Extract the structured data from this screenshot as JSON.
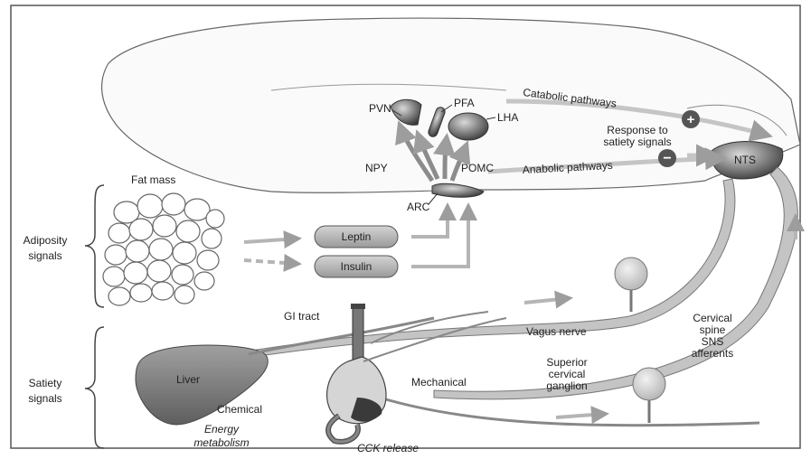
{
  "labels": {
    "pvn": "PVN",
    "pfa": "PFA",
    "lha": "LHA",
    "npy": "NPY",
    "pomc": "POMC",
    "arc": "ARC",
    "nts": "NTS",
    "catabolic": "Catabolic pathways",
    "anabolic": "Anabolic pathways",
    "response_line1": "Response to",
    "response_line2": "satiety signals",
    "fat_mass": "Fat mass",
    "leptin": "Leptin",
    "insulin": "Insulin",
    "adiposity_line1": "Adiposity",
    "adiposity_line2": "signals",
    "satiety_line1": "Satiety",
    "satiety_line2": "signals",
    "gi_tract": "GI tract",
    "vagus_nerve": "Vagus nerve",
    "liver": "Liver",
    "chemical": "Chemical",
    "mechanical": "Mechanical",
    "energy_line1": "Energy",
    "energy_line2": "metabolism",
    "cck_release": "CCK release",
    "superior_line1": "Superior",
    "superior_line2": "cervical",
    "superior_line3": "ganglion",
    "cervical_line1": "Cervical",
    "cervical_line2": "spine",
    "cervical_line3": "SNS",
    "cervical_line4": "afferents"
  },
  "signs": {
    "plus": "+",
    "minus": "−"
  },
  "colors": {
    "brain_outline": "#555555",
    "nucleus_fill": "#8a8a8a",
    "nucleus_dark": "#3e3e3e",
    "pill_fill": "#b8b8b8",
    "nerve_fill": "#c9c9c9",
    "arrow": "#a9a9a9",
    "liver": "#7d7d7d"
  }
}
